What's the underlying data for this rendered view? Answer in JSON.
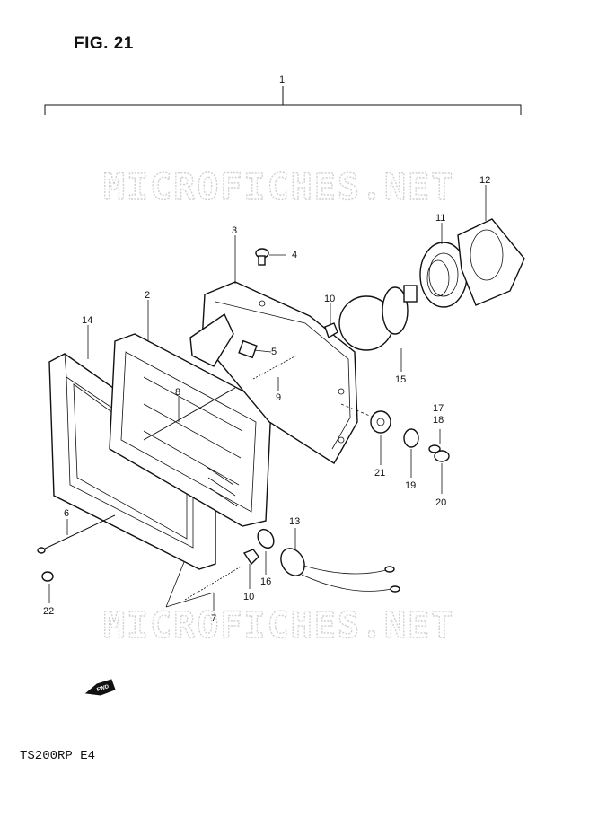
{
  "figure": {
    "title": "FIG. 21",
    "model_code": "TS200RP  E4"
  },
  "watermark": {
    "text": "MICROFICHES.NET"
  },
  "fwd_arrow_label": "FWD",
  "callouts": [
    "1",
    "2",
    "3",
    "4",
    "5",
    "6",
    "7",
    "8",
    "9",
    "10",
    "10",
    "11",
    "12",
    "13",
    "14",
    "15",
    "16",
    "17",
    "18",
    "19",
    "20",
    "21",
    "22"
  ]
}
